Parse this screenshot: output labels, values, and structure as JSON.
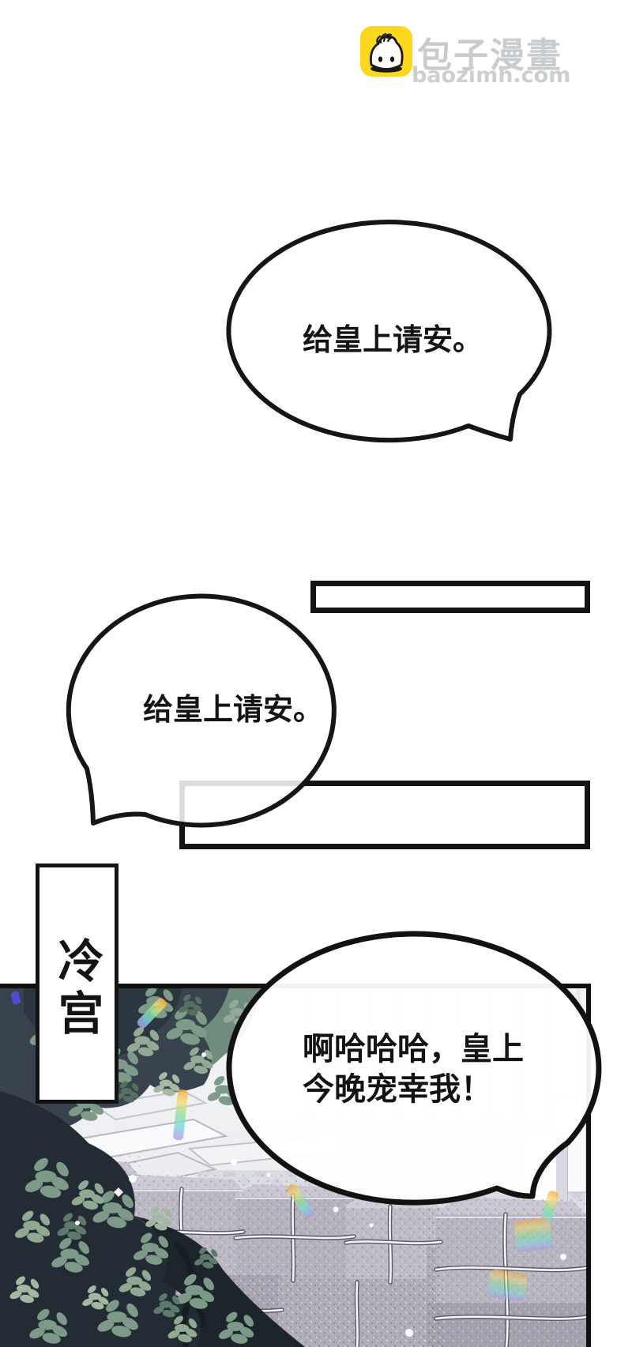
{
  "watermark": {
    "title": "包子漫畫",
    "domain": "baozimh.com",
    "icon": "baozi-bun-icon",
    "brand_yellow": "#fbd71e",
    "text_gray": "#c9ccce"
  },
  "speech": {
    "bubble1": "给皇上请安。",
    "bubble2": "给皇上请安。",
    "bubble3_line1": "啊哈哈哈，皇上",
    "bubble3_line2": "今晚宠幸我！"
  },
  "location_label": "冷宫",
  "scene": {
    "palette": {
      "ink": "#141414",
      "foliage_dark": "#2b353e",
      "foliage_green": "#7e9b8a",
      "stone_gray": "#b4b0bc",
      "floor_gray": "#d9dae2",
      "wall_light": "#f1f2f4",
      "prism_orange": "#f2a53f",
      "prism_green": "#8fdf9a",
      "prism_purple": "#b095ea"
    }
  }
}
